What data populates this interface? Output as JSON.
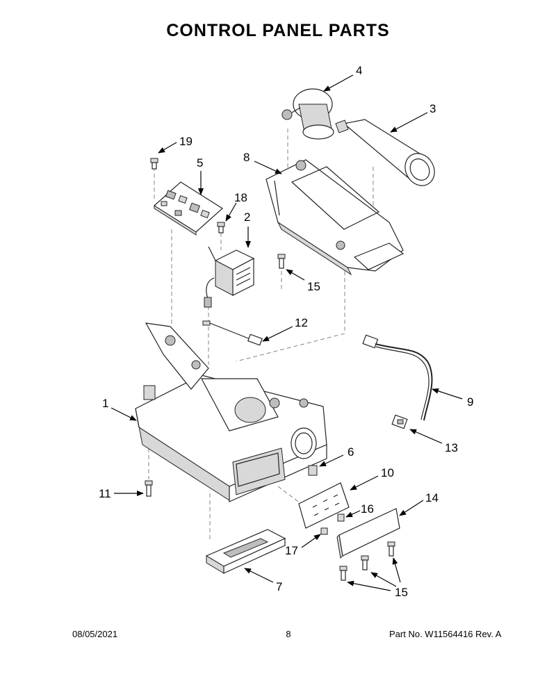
{
  "page": {
    "title": "CONTROL PANEL PARTS",
    "footer_date": "08/05/2021",
    "footer_page": "8",
    "footer_part": "Part No.  W11564416  Rev.  A"
  },
  "callouts": {
    "c1": "1",
    "c2": "2",
    "c3": "3",
    "c4": "4",
    "c5": "5",
    "c6": "6",
    "c7": "7",
    "c8": "8",
    "c9": "9",
    "c10": "10",
    "c11": "11",
    "c12": "12",
    "c13": "13",
    "c14": "14",
    "c15a": "15",
    "c15b": "15",
    "c16": "16",
    "c17": "17",
    "c18": "18",
    "c19": "19"
  }
}
